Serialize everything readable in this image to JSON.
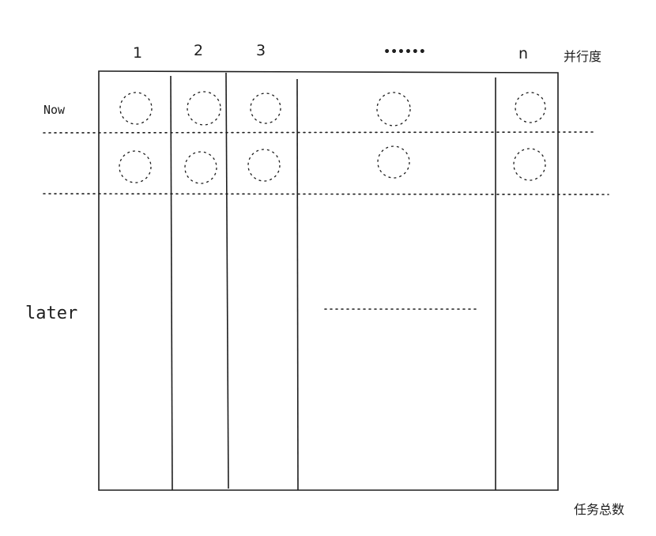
{
  "diagram": {
    "columns": [
      {
        "label": "1"
      },
      {
        "label": "2"
      },
      {
        "label": "3"
      },
      {
        "label": "••••••"
      },
      {
        "label": "n"
      }
    ],
    "parallelism_label": "并行度",
    "total_tasks_label": "任务总数",
    "rows": {
      "now_label": "Now",
      "later_label": "later"
    },
    "tasks_per_column_shown": 2
  }
}
